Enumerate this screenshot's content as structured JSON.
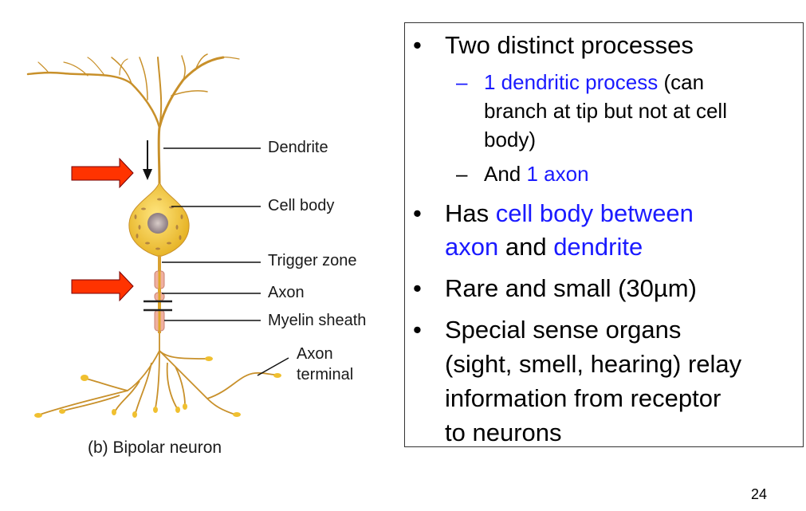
{
  "figure": {
    "labels": {
      "dendrite": "Dendrite",
      "cell_body": "Cell body",
      "trigger_zone": "Trigger zone",
      "axon": "Axon",
      "myelin_sheath": "Myelin sheath",
      "axon_terminal_1": "Axon",
      "axon_terminal_2": "terminal"
    },
    "caption": "(b) Bipolar neuron"
  },
  "bullets": {
    "b1": "Two distinct processes",
    "s1_dash": "–",
    "s1_blue": "1 dendritic process",
    "s1_rest1": " (can",
    "s1_rest2": "branch at tip but not at cell",
    "s1_rest3": "body)",
    "s2_dash": "–",
    "s2_text": "And ",
    "s2_blue": "1 axon",
    "b2_text1": "Has ",
    "b2_blue1": "cell body between",
    "b2_blue2": "axon",
    "b2_text2": " and ",
    "b2_blue3": "dendrite",
    "b3": "Rare and small (30µm)",
    "b4_l1": "Special sense organs",
    "b4_l2": "(sight, smell, hearing) relay",
    "b4_l3": "information from receptor",
    "b4_l4": "to neurons",
    "bullet_char": "•"
  },
  "page_number": "24",
  "colors": {
    "accent_blue": "#1a1aff",
    "arrow_red": "#ff3300",
    "neuron": "#d9a030"
  }
}
